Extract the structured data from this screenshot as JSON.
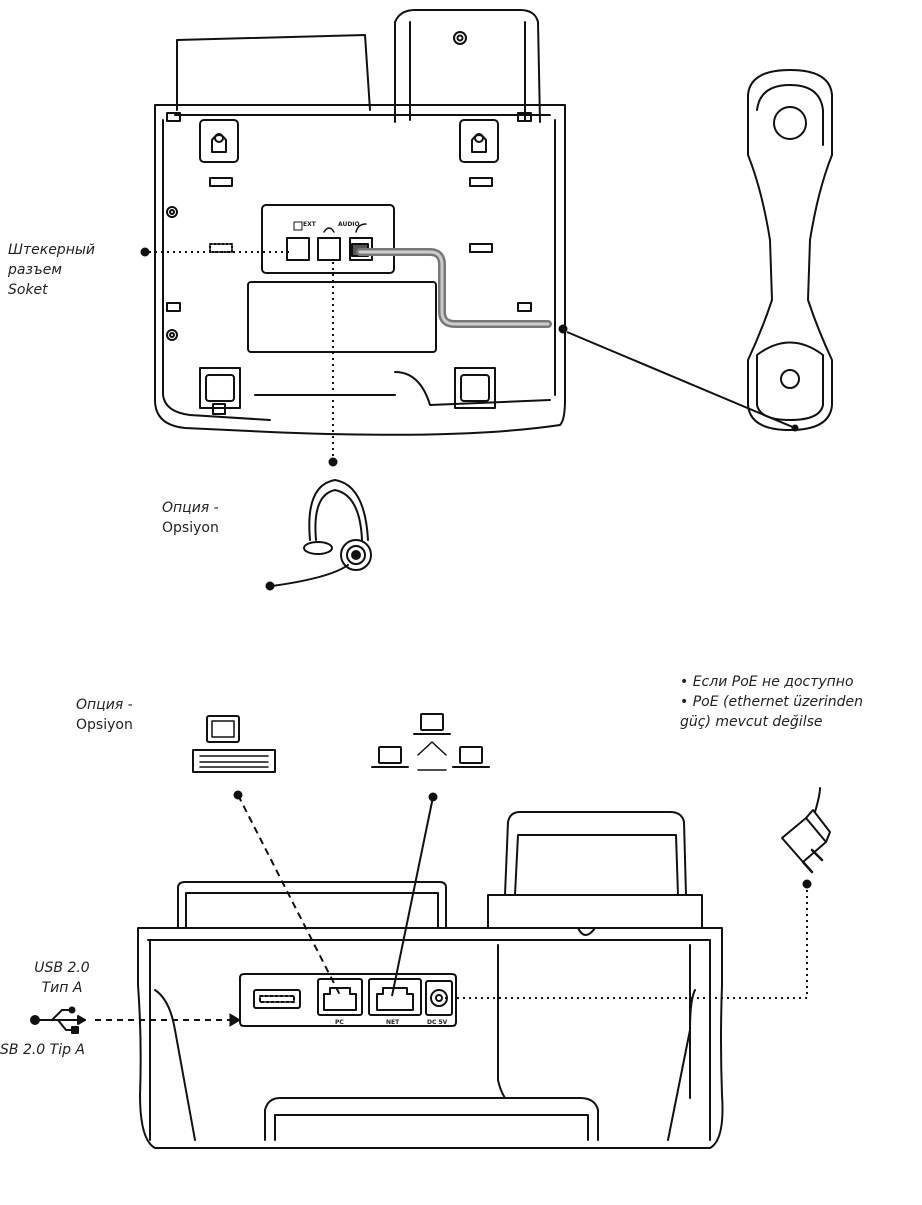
{
  "top": {
    "socket_label": [
      "Штекерный",
      "разъем",
      "Soket"
    ],
    "headset_label": [
      "Опция -",
      "Opsiyon"
    ],
    "port_labels": {
      "ext": "EXT",
      "audio": "AUDIO"
    }
  },
  "bottom": {
    "pc_option_label": [
      "Опция -",
      "Opsiyon"
    ],
    "poe_note": [
      "• Если PoE не доступно",
      "• PoE (ethernet üzerinden",
      "güç) mevcut değilse"
    ],
    "usb_label": [
      "USB 2.0",
      "Тип А"
    ],
    "usb_tr_label": "SB 2.0 Tip A",
    "port_labels": {
      "pc": "PC",
      "net": "NET",
      "dc": "DC 5V"
    }
  },
  "icons": [
    "phone-base-icon",
    "handset-icon",
    "headset-icon",
    "computer-icon",
    "network-icon",
    "power-adapter-icon",
    "usb-icon"
  ]
}
